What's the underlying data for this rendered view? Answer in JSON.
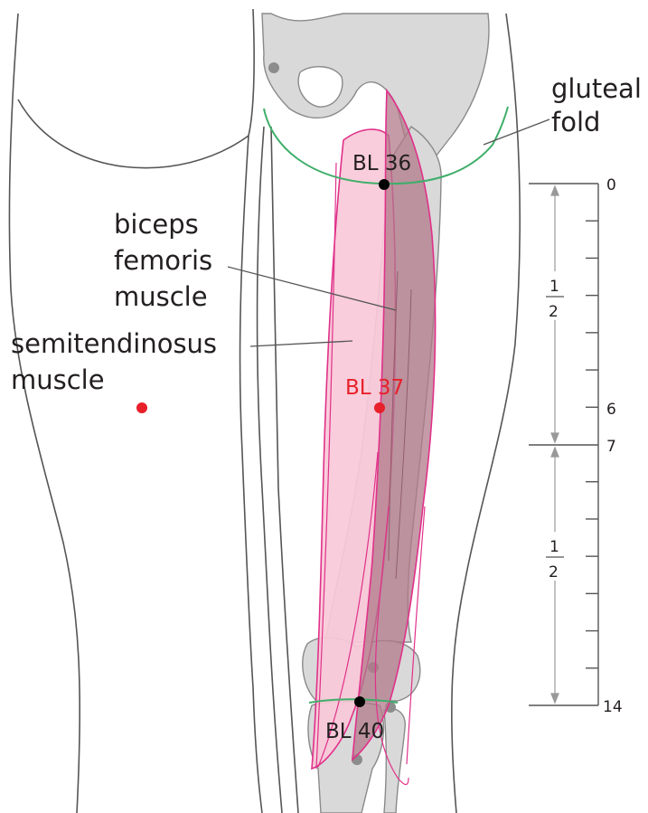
{
  "labels": {
    "gluteal_fold": [
      "gluteal",
      "fold"
    ],
    "biceps_femoris": [
      "biceps",
      "femoris",
      "muscle"
    ],
    "semitendinosus": [
      "semitendinosus",
      "muscle"
    ]
  },
  "points": {
    "bl36": "BL 36",
    "bl37": "BL 37",
    "bl40": "BL 40"
  },
  "scale": {
    "top": "0",
    "upper_end": "6",
    "mid": "7",
    "bottom": "14",
    "fraction_num": "1",
    "fraction_den": "2"
  },
  "colors": {
    "outline": "#555555",
    "bone": "#d9d9d9",
    "bone_edge": "#8a8a8a",
    "muscle_light": "#f9c9d8",
    "muscle_dark": "#b0798a",
    "muscle_edge": "#e0318a",
    "gluteal_fold": "#3fae6a",
    "point_black": "#000000",
    "point_red": "#e8202a",
    "text_red": "#e8202a",
    "bone_marker": "#8c8c8c"
  }
}
